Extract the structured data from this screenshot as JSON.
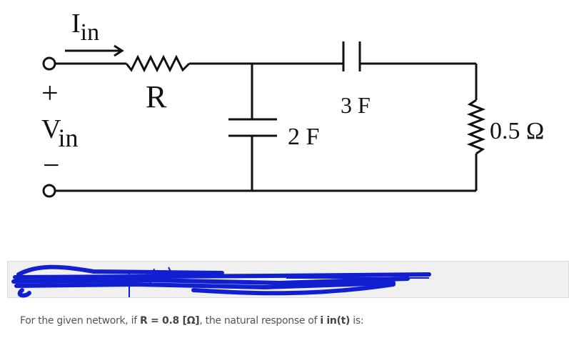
{
  "circuit": {
    "current_label": "I",
    "current_sub": "in",
    "resistor_label": "R",
    "voltage_label": "V",
    "voltage_sub": "in",
    "plus": "+",
    "minus": "−",
    "cap1_label": "2 F",
    "cap2_label": "3 F",
    "load_label": "0.5 Ω"
  },
  "question": {
    "prefix": "For the given network, if ",
    "r_value": "R = 0.8 [Ω]",
    "middle": ", the natural response of ",
    "target": "i in(t)",
    "suffix": " is:"
  },
  "colors": {
    "scribble": "#1020d0",
    "box_bg": "#f0f0f0"
  }
}
